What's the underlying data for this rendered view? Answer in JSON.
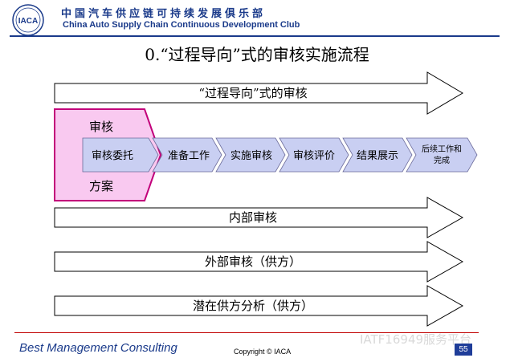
{
  "header": {
    "logo_text": "IACA",
    "club_name_cn": "中国汽车供应链可持续发展俱乐部",
    "club_name_en": "China Auto Supply Chain Continuous Development Club"
  },
  "title": "0.“过程导向”式的审核实施流程",
  "arrows": {
    "top": "“过程导向”式的审核",
    "internal": "内部审核",
    "external": "外部审核（供方）",
    "potential": "潜在供方分析（供方）"
  },
  "audit_plan": {
    "top_label": "审核",
    "bottom_label": "方案"
  },
  "steps": [
    {
      "label": "审核委托"
    },
    {
      "label": "准备工作"
    },
    {
      "label": "实施审核"
    },
    {
      "label": "审核评价"
    },
    {
      "label": "结果展示"
    },
    {
      "label_line1": "后续工作和",
      "label_line2": "完成"
    }
  ],
  "footer": {
    "company": "Best Management Consulting",
    "copyright": "Copyright © IACA",
    "watermark": "IATF16949服务平台",
    "page": "55"
  },
  "colors": {
    "brand_blue": "#1a3a8a",
    "plan_fill": "#f9c9f0",
    "plan_stroke": "#c2007a",
    "step_fill": "#c9cff2",
    "footer_line": "#c00000"
  }
}
